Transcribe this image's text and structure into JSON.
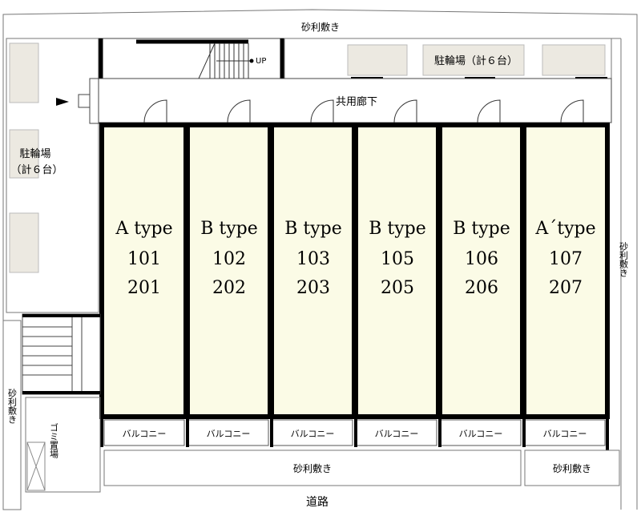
{
  "labels": {
    "gravel_top": "砂利敷き",
    "gravel_right": "砂利敷き",
    "gravel_left": "砂利敷き",
    "gravel_bottom_main": "砂利敷き",
    "gravel_bottom_right": "砂利敷き",
    "bike_parking_top": "駐輪場（計６台）",
    "bike_parking_left_line1": "駐輪場",
    "bike_parking_left_line2": "（計６台）",
    "corridor": "共用廊下",
    "stairs_up": "UP",
    "garbage": "ゴミ置場",
    "road": "道路"
  },
  "units": [
    {
      "type": "A type",
      "room1": "101",
      "room2": "201",
      "balcony": "バルコニー"
    },
    {
      "type": "B type",
      "room1": "102",
      "room2": "202",
      "balcony": "バルコニー"
    },
    {
      "type": "B type",
      "room1": "103",
      "room2": "203",
      "balcony": "バルコニー"
    },
    {
      "type": "B type",
      "room1": "105",
      "room2": "205",
      "balcony": "バルコニー"
    },
    {
      "type": "B type",
      "room1": "106",
      "room2": "206",
      "balcony": "バルコニー"
    },
    {
      "type": "A´type",
      "room1": "107",
      "room2": "207",
      "balcony": "バルコニー"
    }
  ],
  "colors": {
    "unit_fill": "#fbfbe6",
    "bike_slot_fill": "#ece9e1",
    "wall": "#000000",
    "line": "#555555"
  }
}
